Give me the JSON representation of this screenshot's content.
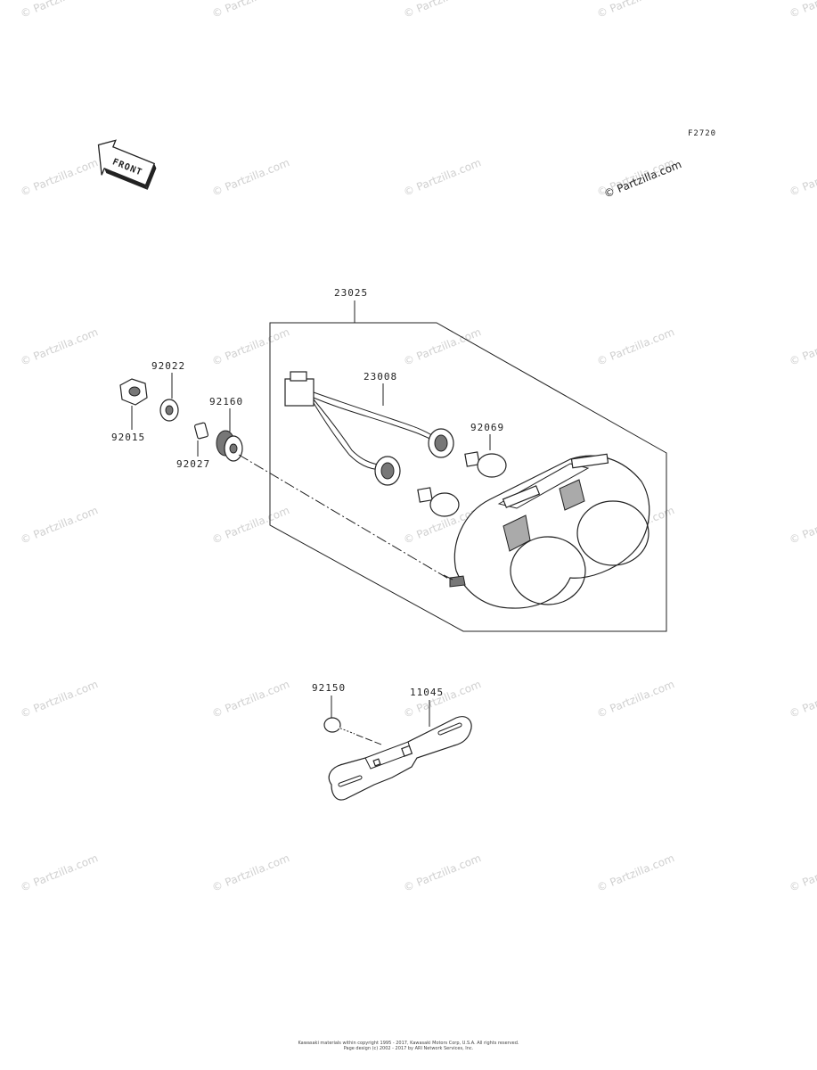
{
  "figure_code": "F2720",
  "front_label": "FRONT",
  "partzilla_stamp": "© Partzilla.com",
  "watermark_text": "© Partzilla.com",
  "part_labels": {
    "tail_lamp_assembly": "23025",
    "wiring_harness": "23008",
    "bulb": "92069",
    "nut": "92015",
    "washer": "92022",
    "collar": "92027",
    "grommet": "92160",
    "bolt": "92150",
    "bracket": "11045"
  },
  "copyright_lines": [
    "Kawasaki materials within copyright 1995 - 2017, Kawasaki Motors Corp, U.S.A. All rights reserved.",
    "Page design (c) 2002 - 2017 by ARI Network Services, Inc."
  ],
  "colors": {
    "line": "#222222",
    "watermark": "#d0d0d0"
  }
}
